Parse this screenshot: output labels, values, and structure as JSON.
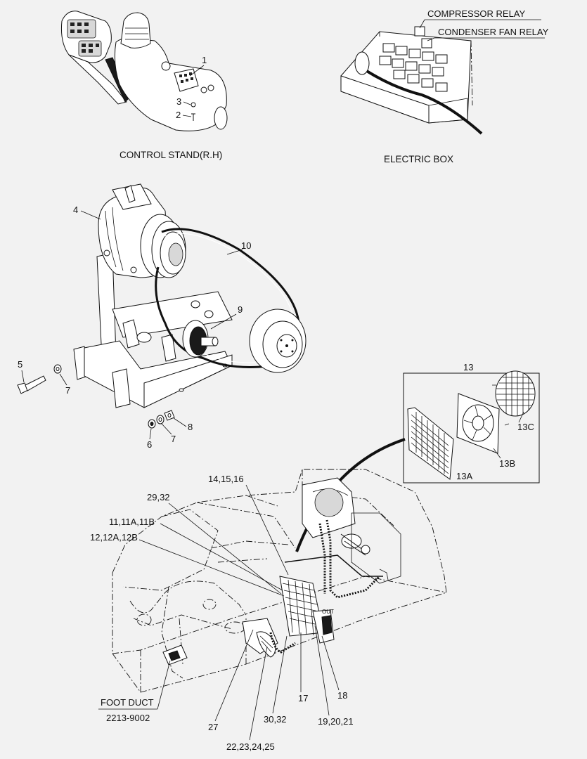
{
  "captions": {
    "control_stand": "CONTROL STAND(R.H)",
    "electric_box": "ELECTRIC BOX",
    "foot_duct": "FOOT DUCT",
    "foot_duct_part_no": "2213-9002"
  },
  "relays": {
    "compressor": "COMPRESSOR RELAY",
    "condenser_fan": "CONDENSER FAN RELAY"
  },
  "callouts": {
    "c1": "1",
    "c2": "2",
    "c3": "3",
    "c4": "4",
    "c5": "5",
    "c6": "6",
    "c7a": "7",
    "c7b": "7",
    "c8": "8",
    "c9": "9",
    "c10": "10",
    "c13": "13",
    "c13a": "13A",
    "c13b": "13B",
    "c13c": "13C",
    "c14": "14,15,16",
    "c29": "29,32",
    "c11": "11,11A,11B",
    "c12": "12,12A,12B",
    "c17": "17",
    "c18": "18",
    "c19": "19,20,21",
    "c27": "27",
    "c30": "30,32",
    "c22": "22,23,24,25",
    "out": "OUT"
  }
}
